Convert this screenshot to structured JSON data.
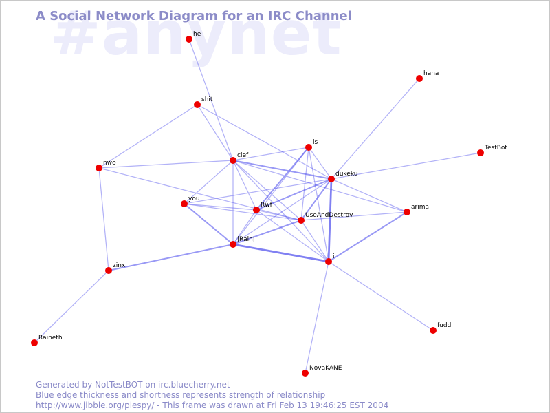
{
  "watermark": "#anynet",
  "title": "A Social Network Diagram for an IRC Channel",
  "colors": {
    "edge": "#5555ee",
    "node": "#ee0000",
    "title": "#8c8cc8",
    "watermark": "#ececfb"
  },
  "nodes": [
    {
      "id": "he",
      "label": "he"
    },
    {
      "id": "shit",
      "label": "shit"
    },
    {
      "id": "haha",
      "label": "haha"
    },
    {
      "id": "TestBot",
      "label": "TestBot"
    },
    {
      "id": "nwo",
      "label": "nwo"
    },
    {
      "id": "clef",
      "label": "clef"
    },
    {
      "id": "is",
      "label": "is"
    },
    {
      "id": "dukeku",
      "label": "dukeku"
    },
    {
      "id": "you",
      "label": "you"
    },
    {
      "id": "Rwf",
      "label": "Rwf"
    },
    {
      "id": "UseAndDestroy",
      "label": "UseAndDestroy"
    },
    {
      "id": "arima",
      "label": "arima"
    },
    {
      "id": "Rain",
      "label": "|Rain|"
    },
    {
      "id": "i",
      "label": "i"
    },
    {
      "id": "zinx",
      "label": "zinx"
    },
    {
      "id": "Raineth",
      "label": "Raineth"
    },
    {
      "id": "fudd",
      "label": "fudd"
    },
    {
      "id": "NovaKANE",
      "label": "NovaKANE"
    }
  ],
  "edges": [
    {
      "source": "he",
      "target": "clef",
      "weight": 1
    },
    {
      "source": "shit",
      "target": "clef",
      "weight": 1
    },
    {
      "source": "shit",
      "target": "nwo",
      "weight": 1
    },
    {
      "source": "shit",
      "target": "dukeku",
      "weight": 1
    },
    {
      "source": "haha",
      "target": "dukeku",
      "weight": 1
    },
    {
      "source": "TestBot",
      "target": "dukeku",
      "weight": 1
    },
    {
      "source": "nwo",
      "target": "clef",
      "weight": 1
    },
    {
      "source": "nwo",
      "target": "zinx",
      "weight": 1
    },
    {
      "source": "nwo",
      "target": "UseAndDestroy",
      "weight": 1
    },
    {
      "source": "clef",
      "target": "is",
      "weight": 1
    },
    {
      "source": "clef",
      "target": "dukeku",
      "weight": 2
    },
    {
      "source": "clef",
      "target": "Rwf",
      "weight": 1
    },
    {
      "source": "clef",
      "target": "UseAndDestroy",
      "weight": 1
    },
    {
      "source": "clef",
      "target": "Rain",
      "weight": 1
    },
    {
      "source": "clef",
      "target": "i",
      "weight": 1
    },
    {
      "source": "clef",
      "target": "arima",
      "weight": 1
    },
    {
      "source": "clef",
      "target": "you",
      "weight": 1
    },
    {
      "source": "is",
      "target": "dukeku",
      "weight": 1
    },
    {
      "source": "is",
      "target": "Rwf",
      "weight": 2
    },
    {
      "source": "is",
      "target": "UseAndDestroy",
      "weight": 1
    },
    {
      "source": "is",
      "target": "i",
      "weight": 1
    },
    {
      "source": "is",
      "target": "Rain",
      "weight": 1
    },
    {
      "source": "dukeku",
      "target": "Rwf",
      "weight": 2
    },
    {
      "source": "dukeku",
      "target": "UseAndDestroy",
      "weight": 2
    },
    {
      "source": "dukeku",
      "target": "i",
      "weight": 3
    },
    {
      "source": "dukeku",
      "target": "arima",
      "weight": 1
    },
    {
      "source": "dukeku",
      "target": "you",
      "weight": 1
    },
    {
      "source": "dukeku",
      "target": "Rain",
      "weight": 1
    },
    {
      "source": "you",
      "target": "Rwf",
      "weight": 1
    },
    {
      "source": "you",
      "target": "UseAndDestroy",
      "weight": 1
    },
    {
      "source": "you",
      "target": "Rain",
      "weight": 2
    },
    {
      "source": "Rwf",
      "target": "UseAndDestroy",
      "weight": 1
    },
    {
      "source": "Rwf",
      "target": "Rain",
      "weight": 1
    },
    {
      "source": "Rwf",
      "target": "i",
      "weight": 1
    },
    {
      "source": "UseAndDestroy",
      "target": "arima",
      "weight": 1
    },
    {
      "source": "UseAndDestroy",
      "target": "Rain",
      "weight": 2
    },
    {
      "source": "UseAndDestroy",
      "target": "i",
      "weight": 1
    },
    {
      "source": "arima",
      "target": "i",
      "weight": 2
    },
    {
      "source": "Rain",
      "target": "i",
      "weight": 3
    },
    {
      "source": "Rain",
      "target": "zinx",
      "weight": 2
    },
    {
      "source": "zinx",
      "target": "Raineth",
      "weight": 1
    },
    {
      "source": "i",
      "target": "fudd",
      "weight": 1
    },
    {
      "source": "i",
      "target": "NovaKANE",
      "weight": 1
    }
  ],
  "footer": {
    "line1": "Generated by NotTestBOT on irc.bluecherry.net",
    "line2": "Blue edge thickness and shortness represents strength of relationship",
    "line3": "http://www.jibble.org/piespy/ - This frame was drawn at Fri Feb 13 19:46:25 EST 2004"
  }
}
